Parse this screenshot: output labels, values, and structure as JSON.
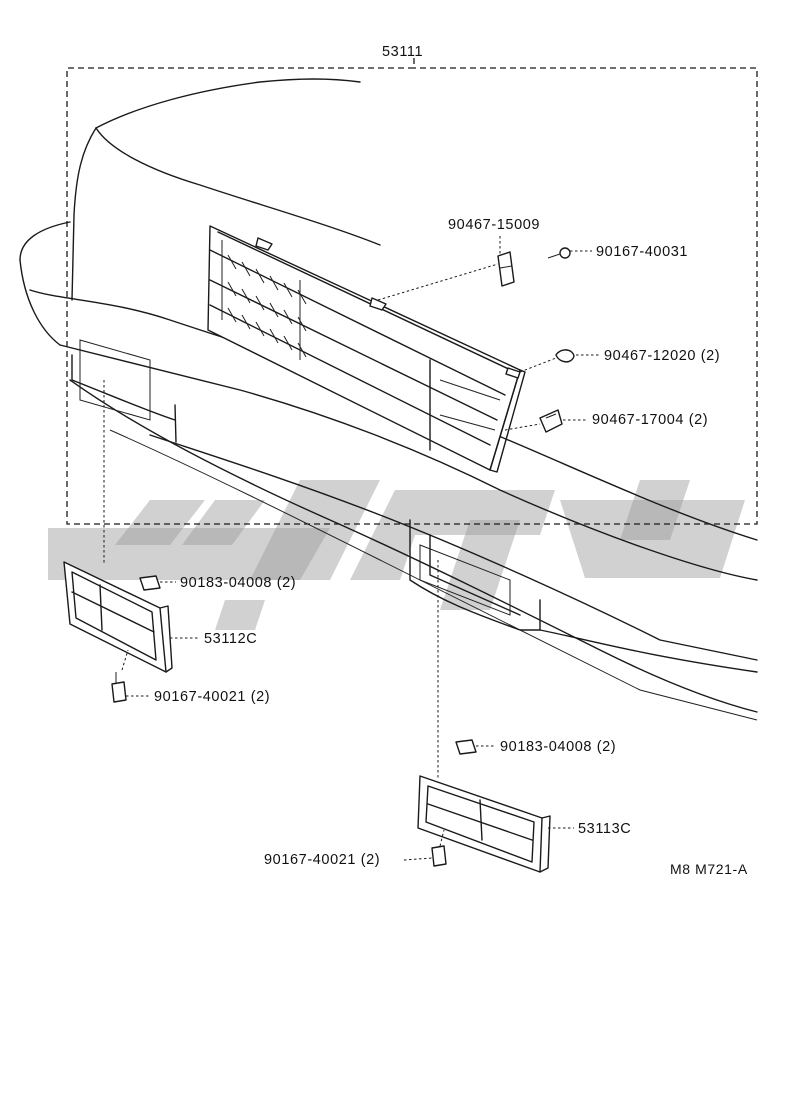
{
  "diagram": {
    "labels": {
      "assembly": "53111",
      "clip_top": "90467-15009",
      "screw_top": "90167-40031",
      "clip_mid": "90467-12020 (2)",
      "clip_low": "90467-17004 (2)",
      "nut_left": "90183-04008 (2)",
      "grille_left": "53112C",
      "screw_left": "90167-40021 (2)",
      "nut_right": "90183-04008 (2)",
      "grille_right": "53113C",
      "screw_right": "90167-40021 (2)"
    },
    "figure_ref": "M8 M721-A"
  }
}
